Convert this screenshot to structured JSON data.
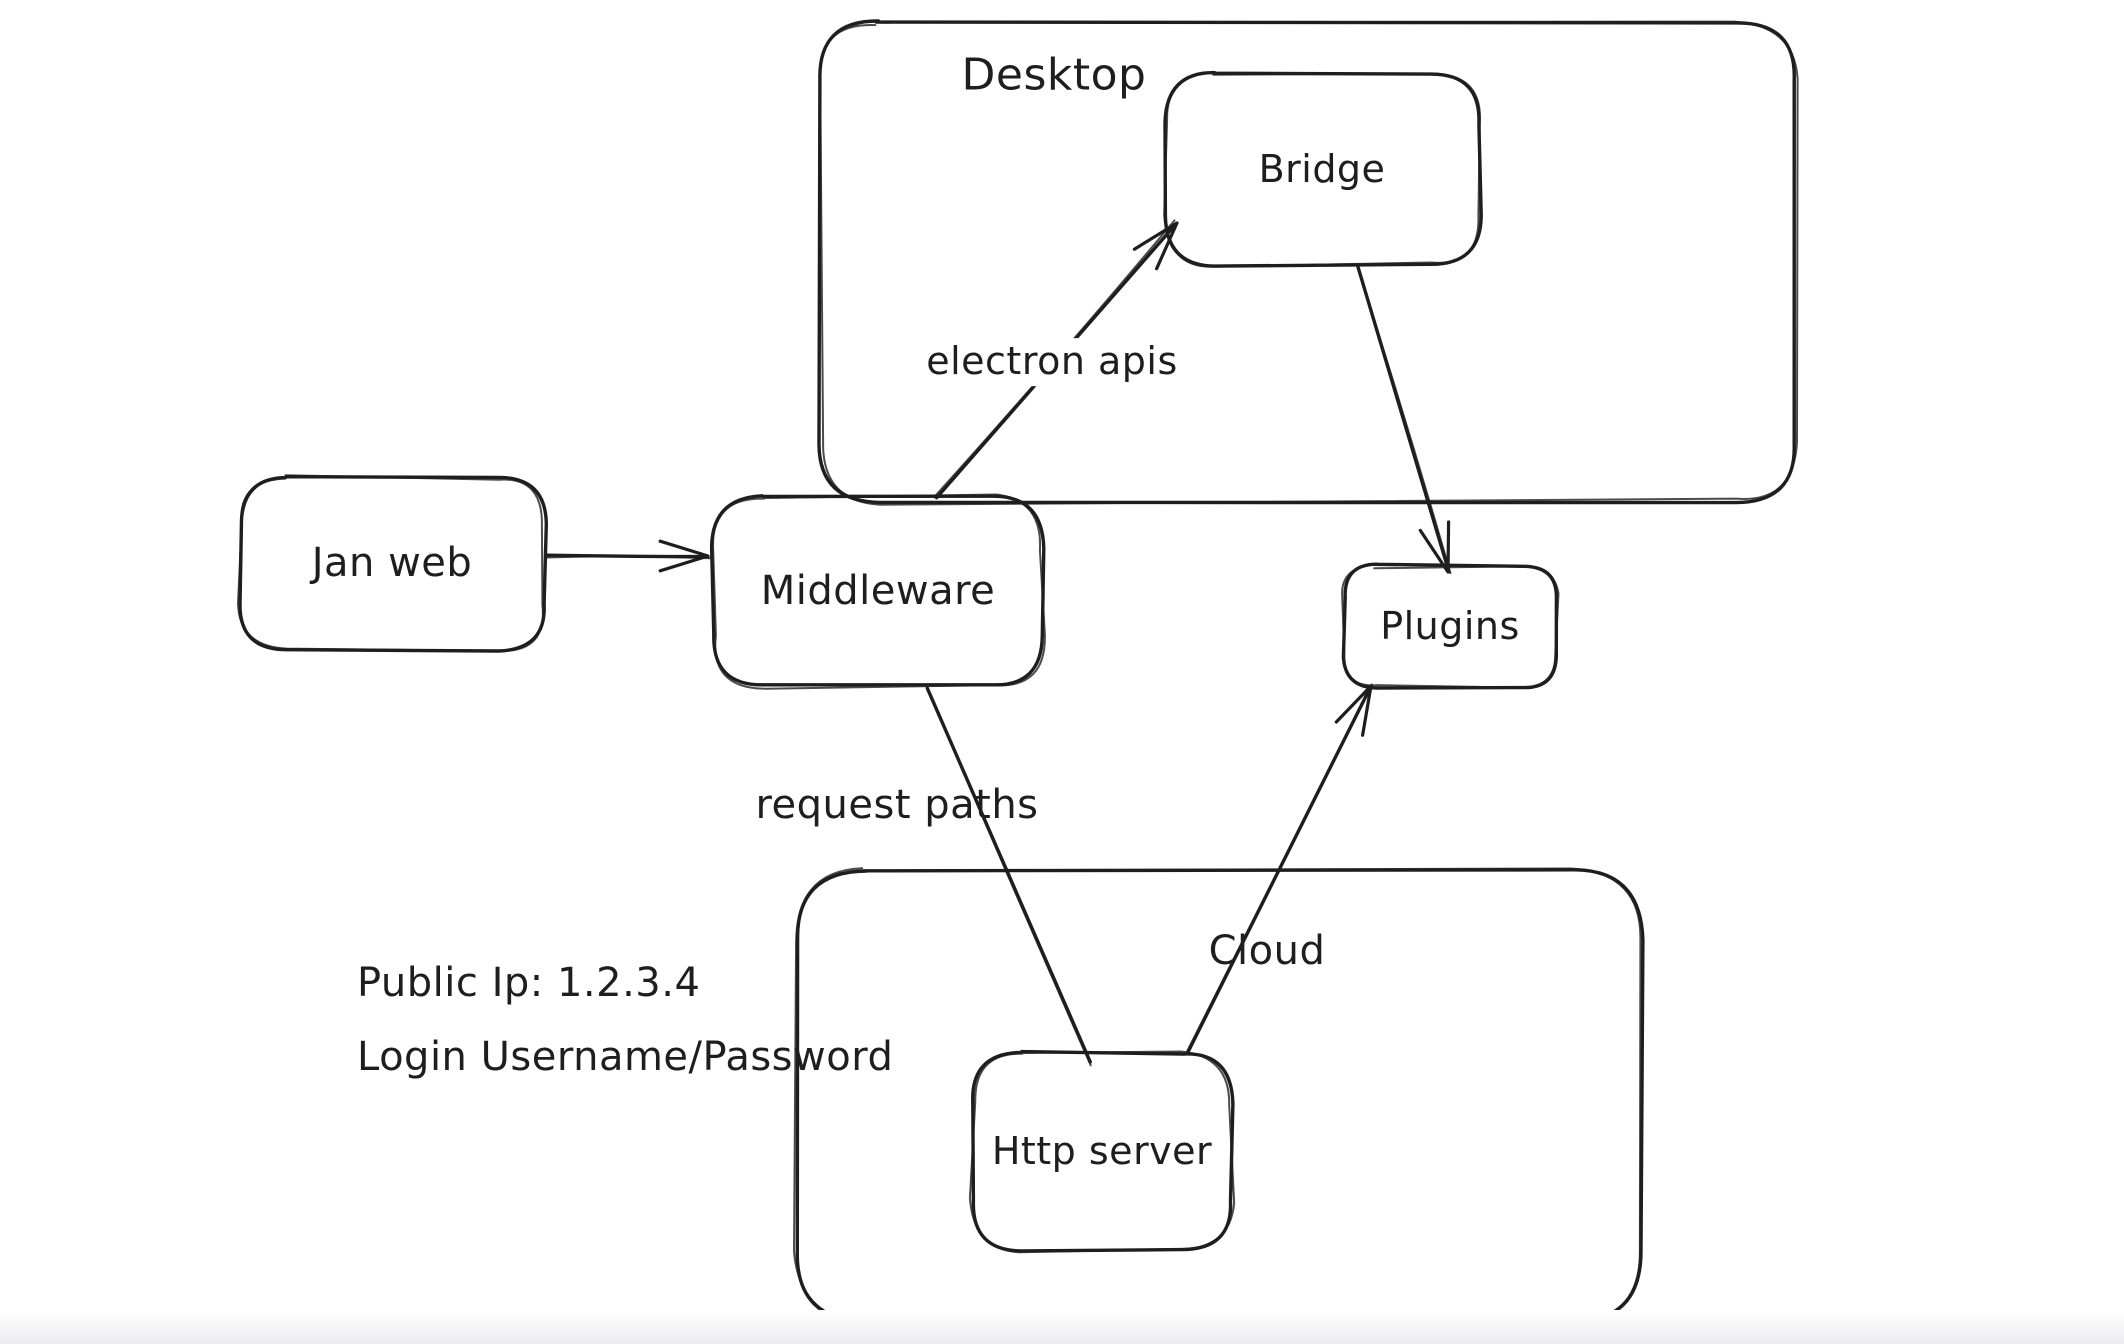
{
  "canvas": {
    "background": "#ffffff",
    "stroke_color": "#1e1e1e"
  },
  "containers": {
    "desktop": {
      "label": "Desktop"
    },
    "cloud": {
      "label": "Cloud"
    }
  },
  "nodes": {
    "jan_web": {
      "label": "Jan web"
    },
    "middleware": {
      "label": "Middleware"
    },
    "bridge": {
      "label": "Bridge"
    },
    "plugins": {
      "label": "Plugins"
    },
    "http_server": {
      "label": "Http server"
    }
  },
  "edges": [
    {
      "from": "Jan web",
      "to": "Middleware",
      "label": ""
    },
    {
      "from": "Middleware",
      "to": "Bridge",
      "label": "electron apis"
    },
    {
      "from": "Bridge",
      "to": "Plugins",
      "label": ""
    },
    {
      "from": "Middleware",
      "to": "Http server",
      "label": "request paths"
    },
    {
      "from": "Http server",
      "to": "Plugins",
      "label": ""
    }
  ],
  "annotations": {
    "public_ip": "Public Ip: 1.2.3.4",
    "login": "Login Username/Password"
  }
}
